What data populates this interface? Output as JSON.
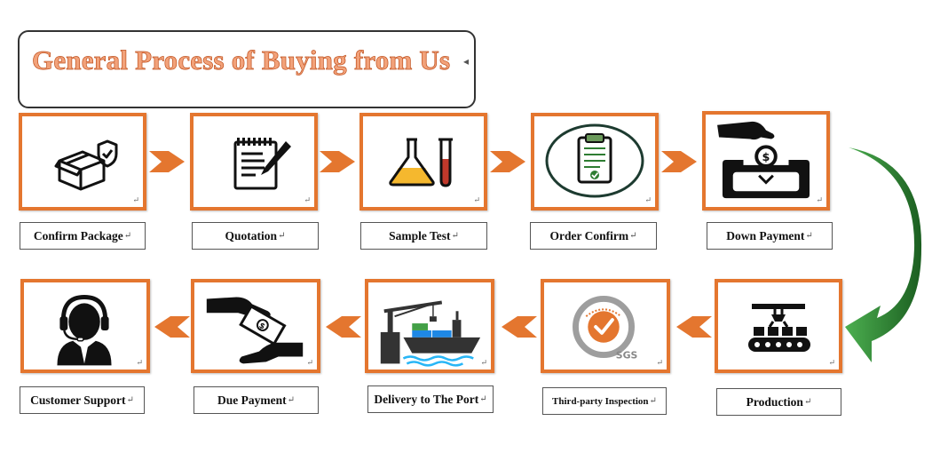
{
  "title": "General Process of Buying from Us",
  "return_mark": "↵",
  "steps": [
    {
      "label": "Confirm Package",
      "icon": "package-shield-icon"
    },
    {
      "label": "Quotation",
      "icon": "notepad-pen-icon"
    },
    {
      "label": "Sample Test",
      "icon": "lab-flask-tube-icon"
    },
    {
      "label": "Order Confirm",
      "icon": "clipboard-check-icon"
    },
    {
      "label": "Down Payment",
      "icon": "hand-coin-wallet-icon"
    },
    {
      "label": "Production",
      "icon": "conveyor-robot-icon"
    },
    {
      "label": "Third-party Inspection",
      "icon": "sgs-stamp-icon"
    },
    {
      "label": "Delivery to The Port",
      "icon": "cargo-ship-crane-icon"
    },
    {
      "label": "Due Payment",
      "icon": "hands-money-icon"
    },
    {
      "label": "Customer Support",
      "icon": "headset-agent-icon"
    }
  ],
  "stamp_text": "SGS",
  "colors": {
    "accent": "#e4762f",
    "title_fill": "#f2a27a",
    "curve": "#2e7d32"
  }
}
